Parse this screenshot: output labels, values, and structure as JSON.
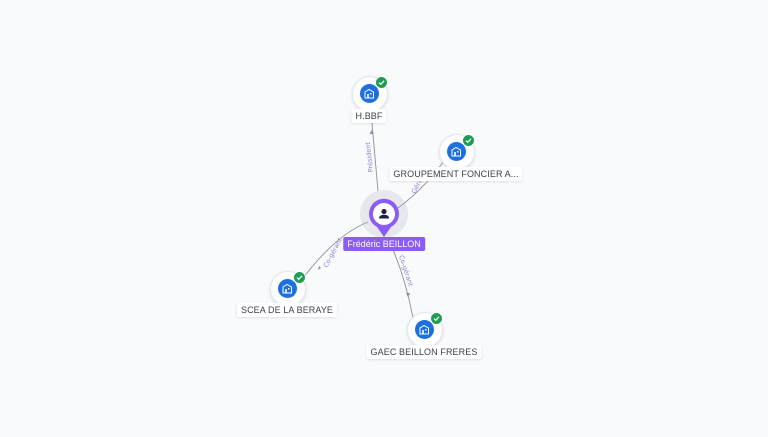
{
  "person": {
    "name": "Frédéric BEILLON",
    "icon": "user-icon"
  },
  "companies": [
    {
      "label": "H.BBF",
      "icon": "building-icon",
      "status": "verified"
    },
    {
      "label": "GROUPEMENT FONCIER A...",
      "icon": "building-icon",
      "status": "verified"
    },
    {
      "label": "SCEA DE LA BERAYE",
      "icon": "building-icon",
      "status": "verified"
    },
    {
      "label": "GAEC BEILLON FRERES",
      "icon": "building-icon",
      "status": "verified"
    }
  ],
  "relations": [
    {
      "label": "Président"
    },
    {
      "label": "Gérant"
    },
    {
      "label": "Co-gérant"
    },
    {
      "label": "Co-gérant"
    }
  ],
  "colors": {
    "person": "#8b5cf6",
    "company": "#1e6fe0",
    "badge": "#1f9d55",
    "edge_label": "#8a87d0"
  }
}
